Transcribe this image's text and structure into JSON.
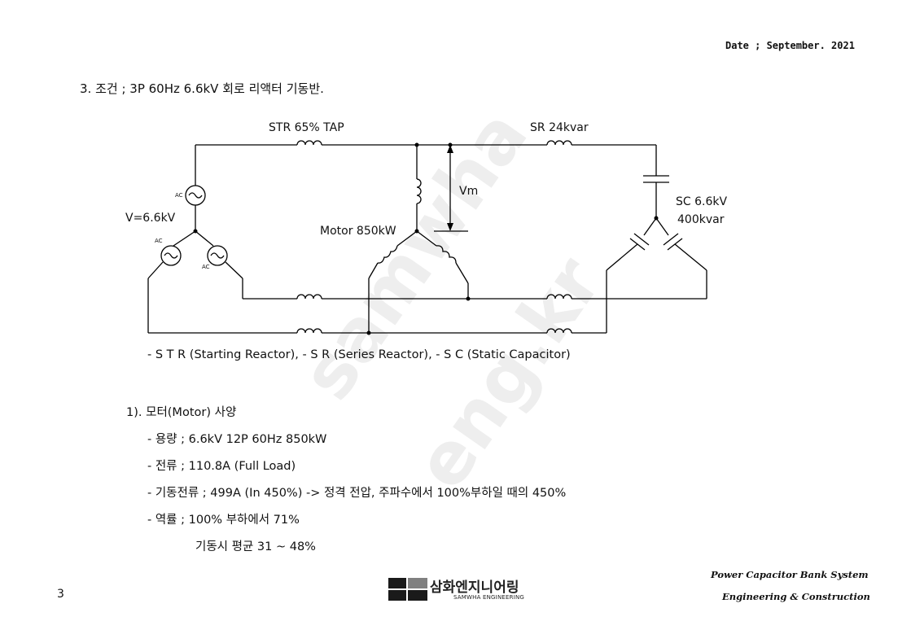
{
  "header": {
    "date": "Date ; September. 2021"
  },
  "heading": "3. 조건 ; 3P 60Hz 6.6kV 회로 리액터 기동반.",
  "diagram": {
    "str_label": "STR  65% TAP",
    "sr_label": "SR 24kvar",
    "vm_label": "Vm",
    "source_label": "V=6.6kV",
    "motor_label": "Motor 850kW",
    "sc_label_1": "SC 6.6kV",
    "sc_label_2": "400kvar",
    "ac_label": "AC"
  },
  "legend": "- S T R (Starting Reactor), - S R (Series Reactor), - S C (Static Capacitor)",
  "spec": {
    "title": "1). 모터(Motor) 사양",
    "items": [
      "- 용량 ; 6.6kV 12P 60Hz 850kW",
      "- 전류 ; 110.8A (Full Load)",
      "- 기동전류 ; 499A (In 450%) -> 정격 전압, 주파수에서 100%부하일 때의 450%",
      "- 역률 ; 100% 부하에서 71%",
      "기동시 평균 31 ~ 48%"
    ]
  },
  "footer": {
    "page_number": "3",
    "logo_korean": "삼화엔지니어링",
    "logo_english": "SAMWHA ENGINEERING",
    "right_line_1": "Power Capacitor Bank System",
    "right_line_2": "Engineering & Construction"
  },
  "watermark": {
    "line_1": "samwha",
    "line_2": "eng.kr"
  }
}
